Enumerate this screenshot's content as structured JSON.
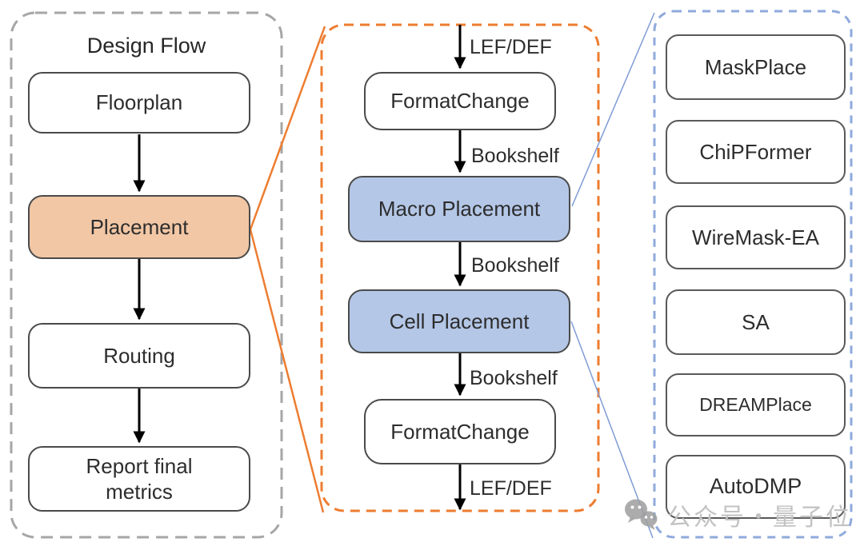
{
  "left_panel": {
    "title": "Design Flow",
    "nodes": [
      {
        "label": "Floorplan",
        "highlighted": false
      },
      {
        "label": "Placement",
        "highlighted": true
      },
      {
        "label": "Routing",
        "highlighted": false
      },
      {
        "label": "Report final metrics",
        "highlighted": false
      }
    ]
  },
  "middle_panel": {
    "nodes": [
      {
        "label": "FormatChange",
        "highlighted": false
      },
      {
        "label": "Macro Placement",
        "highlighted": true
      },
      {
        "label": "Cell Placement",
        "highlighted": true
      },
      {
        "label": "FormatChange",
        "highlighted": false
      }
    ],
    "edge_labels": [
      "LEF/DEF",
      "Bookshelf",
      "Bookshelf",
      "Bookshelf",
      "LEF/DEF"
    ]
  },
  "right_panel": {
    "nodes": [
      {
        "label": "MaskPlace"
      },
      {
        "label": "ChiPFormer"
      },
      {
        "label": "WireMask-EA"
      },
      {
        "label": "SA"
      },
      {
        "label": "DREAMPlace"
      },
      {
        "label": "AutoDMP"
      }
    ]
  },
  "watermark": {
    "icon": "wechat-icon",
    "text": "公众号・量子位"
  },
  "colors": {
    "accent_orange": "#ED7D31",
    "panel_gray_border": "#A6A6A6",
    "panel_blue_border": "#8FAADC",
    "highlight_orange_fill": "#F2C7A5",
    "highlight_blue_fill": "#B4C7E7",
    "connector_blue": "#7F9CD6",
    "arrow_black": "#000000",
    "watermark_gray": "#C2C2C2"
  }
}
